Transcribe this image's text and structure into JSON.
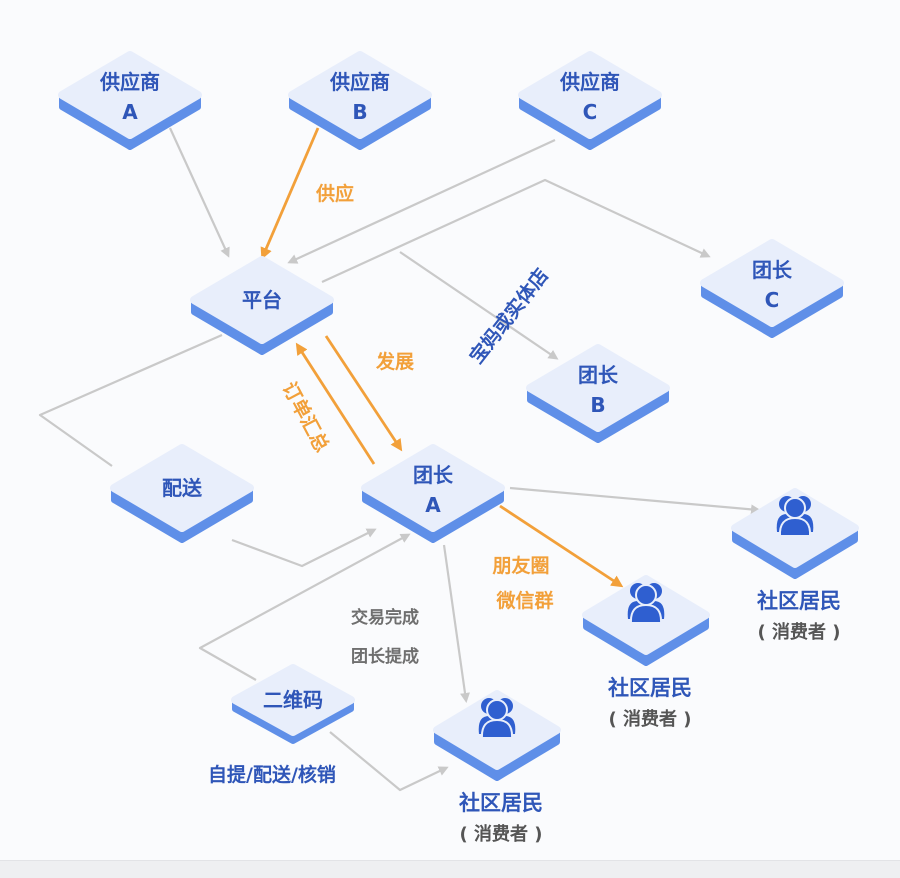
{
  "nodes": {
    "supplier_a": [
      "供应商",
      "A"
    ],
    "supplier_b": [
      "供应商",
      "B"
    ],
    "supplier_c": [
      "供应商",
      "C"
    ],
    "platform": [
      "平台"
    ],
    "leader_c": [
      "团长",
      "C"
    ],
    "leader_b": [
      "团长",
      "B"
    ],
    "delivery": [
      "配送"
    ],
    "leader_a": [
      "团长",
      "A"
    ],
    "qrcode": [
      "二维码"
    ]
  },
  "residents": [
    {
      "name": "社区居民",
      "sub": "( 消费者 )"
    },
    {
      "name": "社区居民",
      "sub": "( 消费者 )"
    },
    {
      "name": "社区居民",
      "sub": "( 消费者 )"
    }
  ],
  "labels": {
    "supply": "供应",
    "develop": "发展",
    "order_summary": "订单汇总",
    "mom_or_store": "宝妈或实体店",
    "moments": "朋友圈",
    "wechat_group": "微信群",
    "trade_done": "交易完成",
    "commission": "团长提成",
    "pickup": "自提/配送/核销"
  },
  "colors": {
    "orange": "#f2a03a",
    "gray": "#c9c9c9",
    "blue": "#2f56b8",
    "node_top": "#e8eefb",
    "node_side": "#5f8fe8"
  }
}
